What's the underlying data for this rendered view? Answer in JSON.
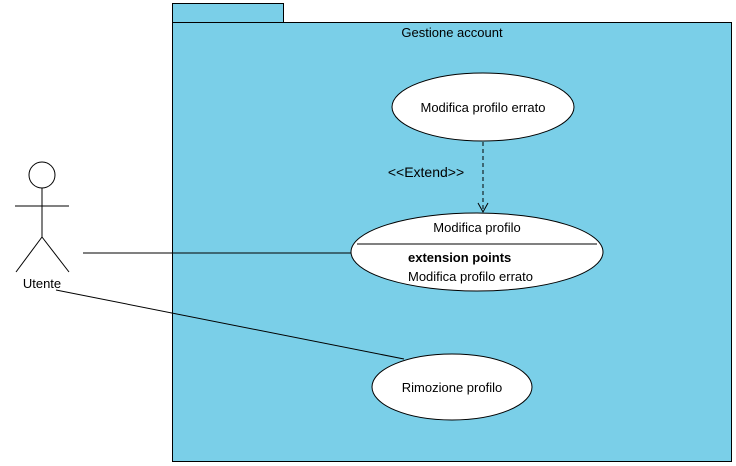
{
  "package": {
    "name": "Gestione account",
    "fill_color": "#7ACFE8",
    "border_color": "#000000"
  },
  "actors": [
    {
      "name": "Utente"
    }
  ],
  "use_cases": {
    "modifica_profilo_errato": {
      "name": "Modifica profilo errato"
    },
    "modifica_profilo": {
      "name": "Modifica profilo",
      "extension_points_heading": "extension points",
      "extension_point": "Modifica profilo errato"
    },
    "rimozione_profilo": {
      "name": "Rimozione profilo"
    }
  },
  "relationships": [
    {
      "type": "extend",
      "stereotype": "<<Extend>>",
      "from": "Modifica profilo errato",
      "to": "Modifica profilo"
    },
    {
      "type": "association",
      "from": "Utente",
      "to": "Modifica profilo"
    },
    {
      "type": "association",
      "from": "Utente",
      "to": "Rimozione profilo"
    }
  ],
  "colors": {
    "ellipse_fill": "#ffffff",
    "line": "#000000"
  }
}
